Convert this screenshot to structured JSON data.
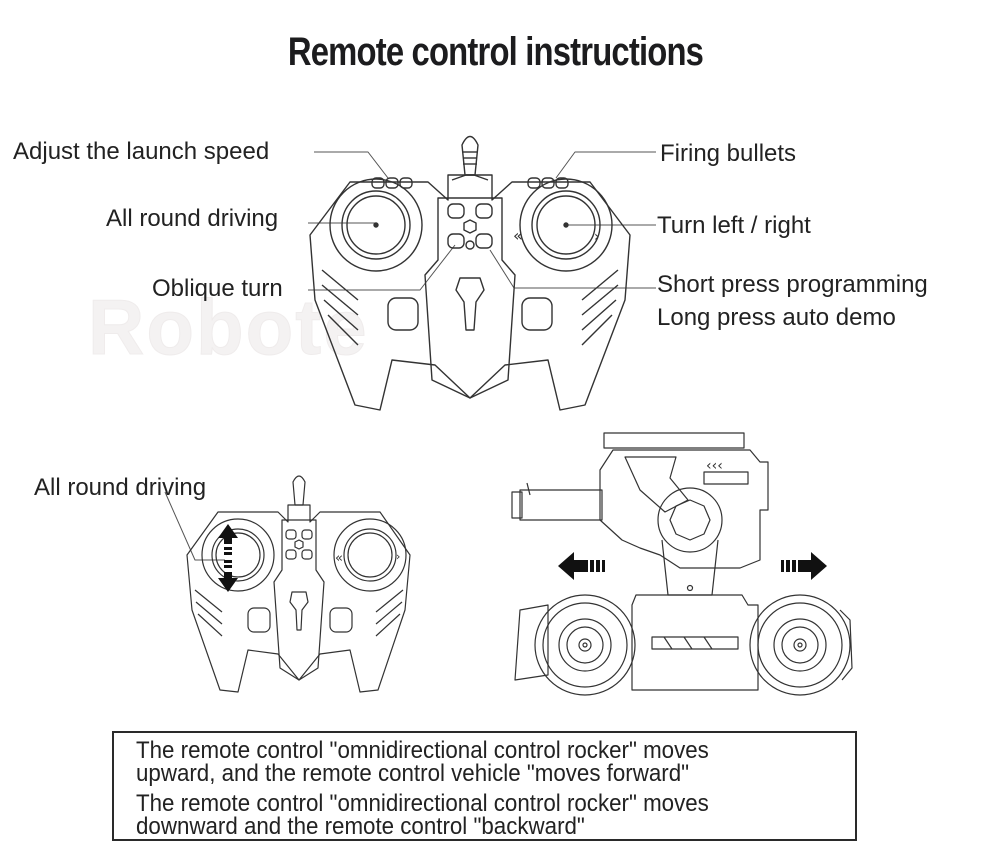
{
  "title": "Remote control instructions",
  "watermark": "Robote",
  "top_remote": {
    "labels_left": {
      "launch_speed": "Adjust the launch speed",
      "all_round_driving": "All round driving",
      "oblique_turn": "Oblique turn"
    },
    "labels_right": {
      "firing_bullets": "Firing bullets",
      "turn_left_right": "Turn left / right",
      "programming_line1": "Short press programming",
      "programming_line2": "Long press auto demo"
    }
  },
  "bottom_remote": {
    "label": "All round driving"
  },
  "vehicle": {
    "direction_icons": [
      "arrow-left-icon",
      "arrow-right-icon"
    ]
  },
  "caption": {
    "lines": [
      "The remote control \"omnidirectional control rocker\" moves",
      "upward, and the remote control vehicle \"moves forward\"",
      "The remote control \"omnidirectional control rocker\" moves",
      "downward and the remote control \"backward\""
    ]
  }
}
